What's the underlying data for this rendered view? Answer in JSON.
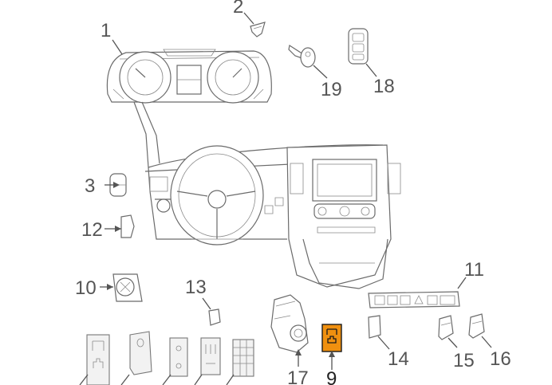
{
  "diagram": {
    "highlight_color": "#f0900f",
    "callouts": [
      {
        "id": "1",
        "label": "1"
      },
      {
        "id": "2",
        "label": "2"
      },
      {
        "id": "3",
        "label": "3"
      },
      {
        "id": "9",
        "label": "9"
      },
      {
        "id": "10",
        "label": "10"
      },
      {
        "id": "11",
        "label": "11"
      },
      {
        "id": "12",
        "label": "12"
      },
      {
        "id": "13",
        "label": "13"
      },
      {
        "id": "14",
        "label": "14"
      },
      {
        "id": "15",
        "label": "15"
      },
      {
        "id": "16",
        "label": "16"
      },
      {
        "id": "17",
        "label": "17"
      },
      {
        "id": "18",
        "label": "18"
      },
      {
        "id": "19",
        "label": "19"
      }
    ],
    "highlighted_part": "9"
  }
}
